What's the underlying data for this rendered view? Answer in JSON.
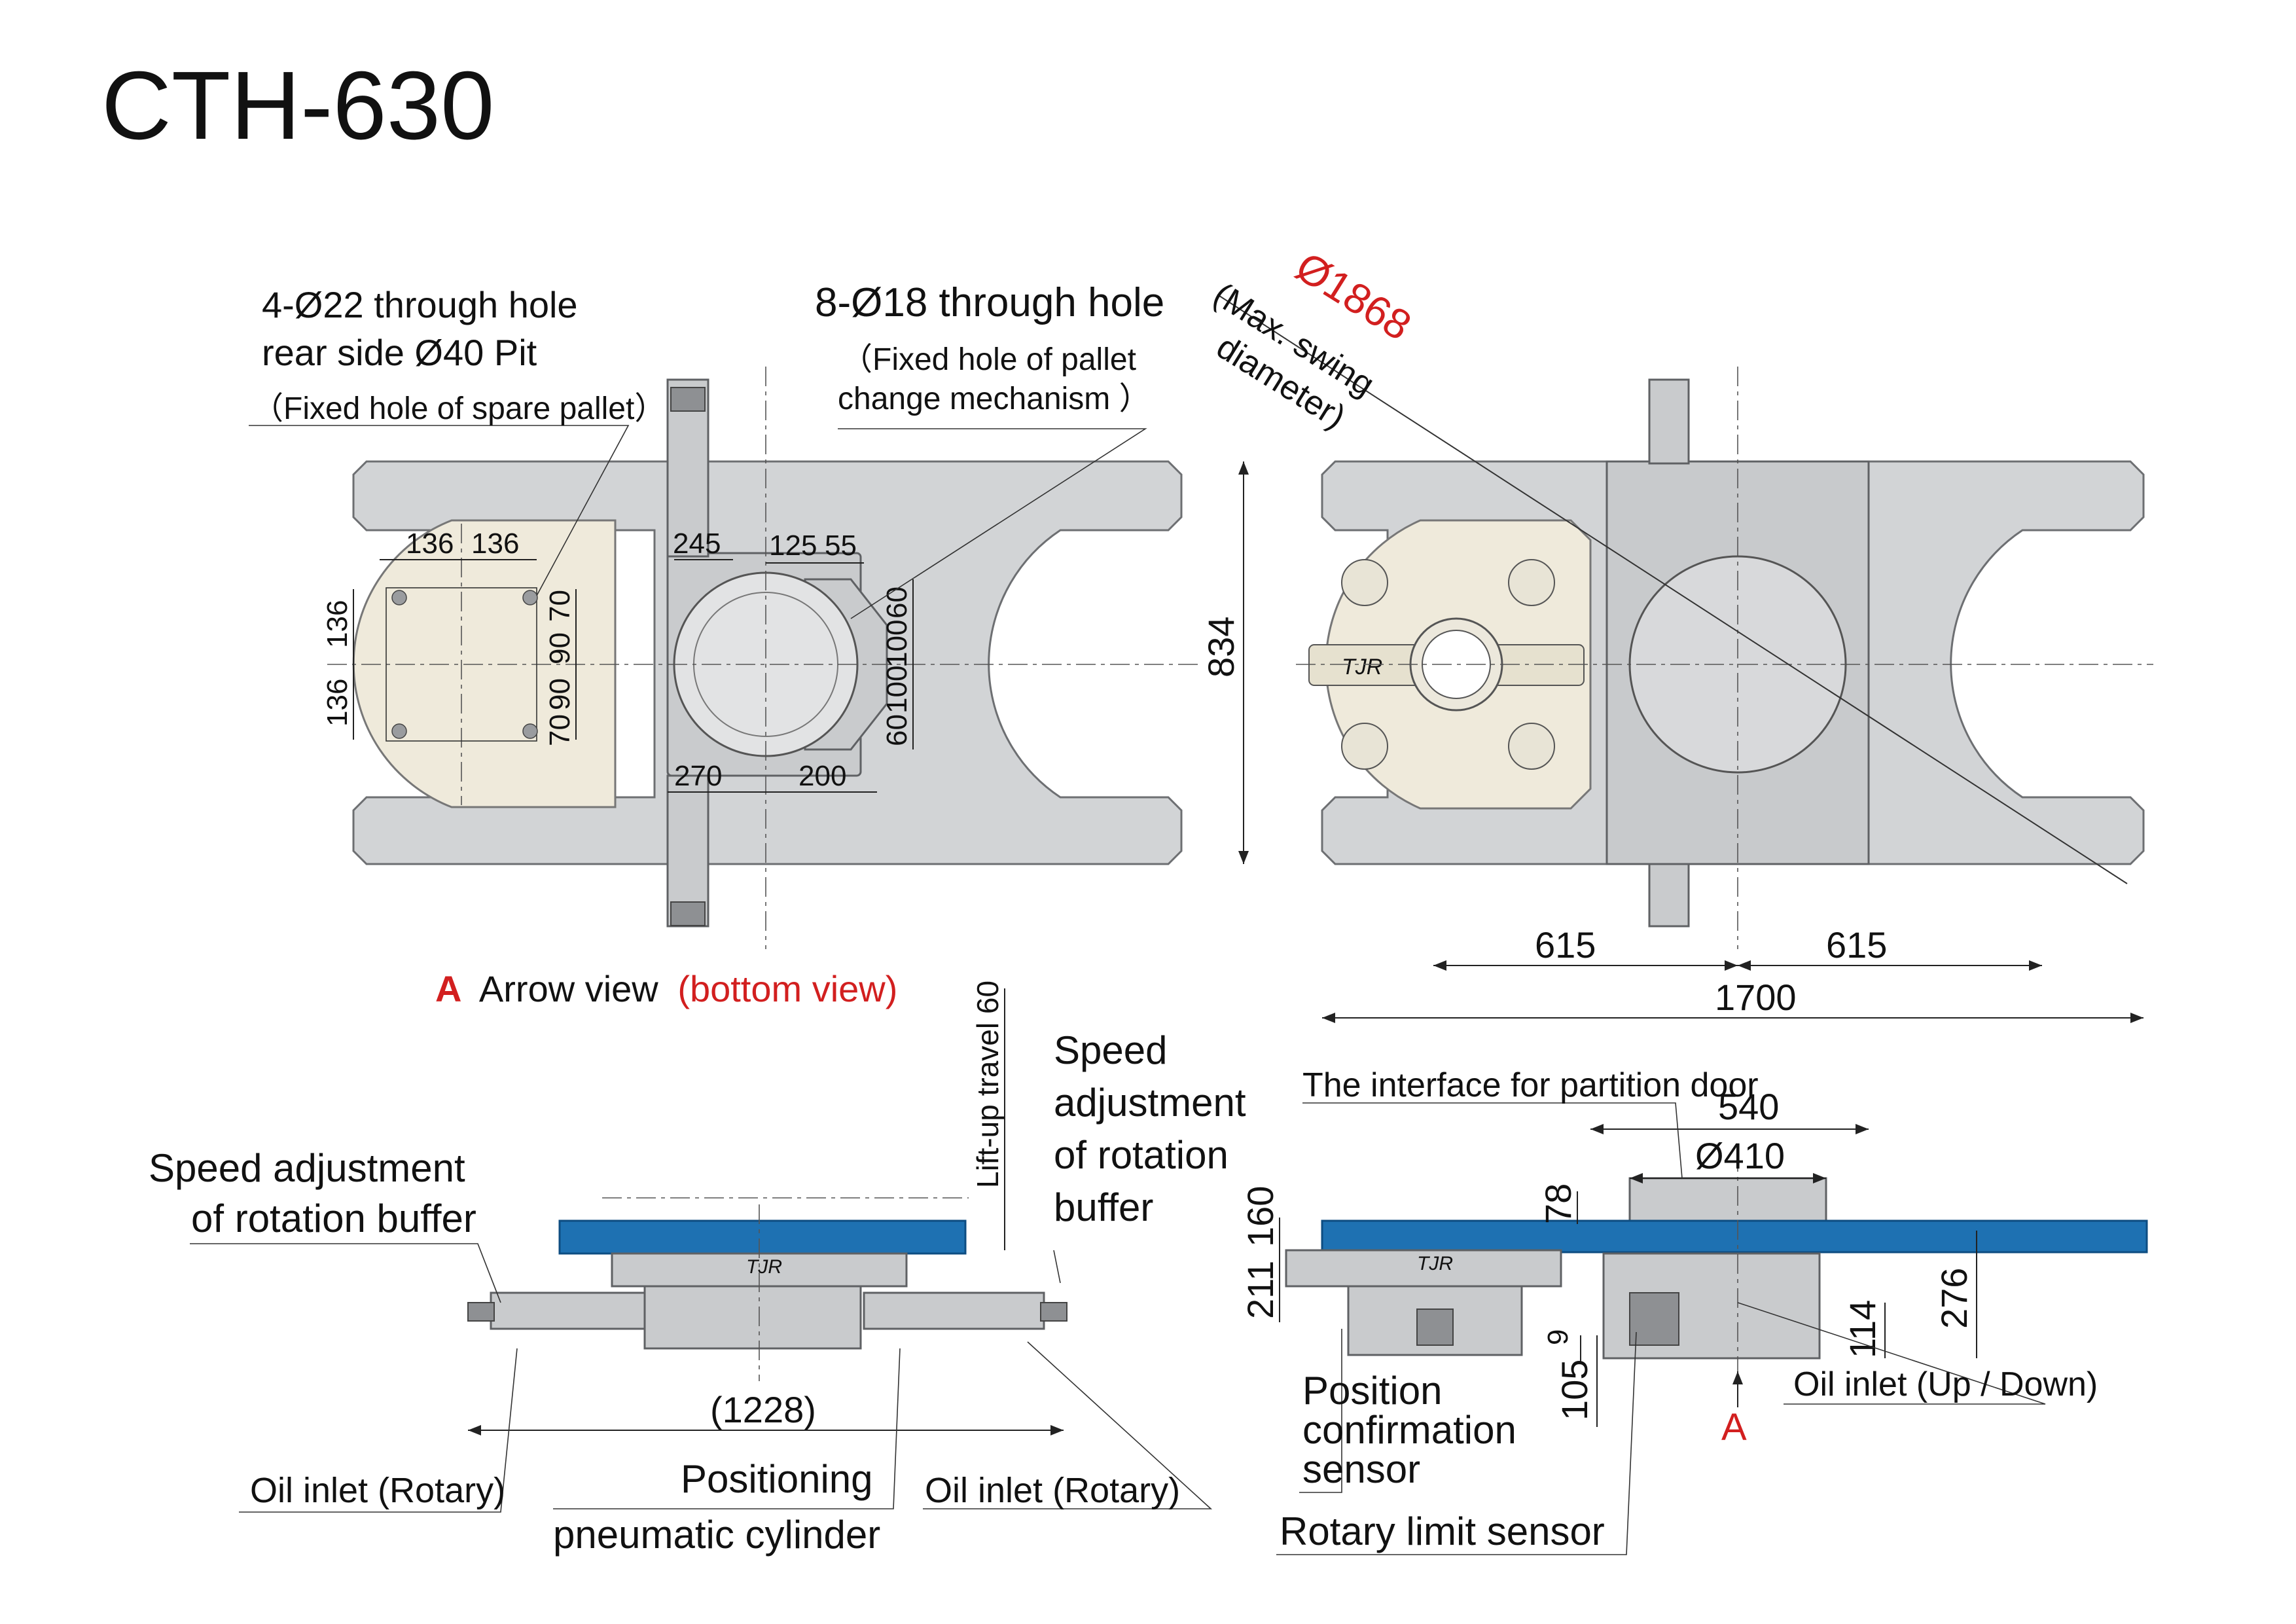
{
  "title": "CTH-630",
  "bottom_view": {
    "callout_holes22": [
      "4-Ø22 through hole",
      "rear side Ø40 Pit",
      "（Fixed hole of spare pallet）"
    ],
    "callout_holes18": [
      "8-Ø18 through hole",
      "（Fixed hole of pallet",
      "change mechanism ）"
    ],
    "dims": {
      "d136a": "136",
      "d136b": "136",
      "d136c": "136",
      "d136d": "136",
      "d70a": "70",
      "d90a": "90",
      "d90b": "90",
      "d70b": "70",
      "d245": "245",
      "d125": "125",
      "d55": "55",
      "d60a": "60",
      "d100a": "100",
      "d100b": "100",
      "d60b": "60",
      "d270": "270",
      "d200": "200"
    },
    "caption_letter": "A",
    "caption_text": "Arrow view",
    "caption_red": "(bottom view)"
  },
  "top_view": {
    "swing_diameter": "Ø1868",
    "swing_note": [
      "(Max. swing",
      "diameter)"
    ],
    "logo": "TJR",
    "dims": {
      "d834": "834",
      "d615a": "615",
      "d615b": "615",
      "d1700": "1700"
    }
  },
  "front_view": {
    "logo": "TJR",
    "lift_travel": "Lift-up travel 60",
    "speed_left": [
      "Speed adjustment",
      "of rotation buffer"
    ],
    "speed_right": [
      "Speed",
      "adjustment",
      "of rotation",
      "buffer"
    ],
    "width": "(1228)",
    "oil_left": "Oil inlet (Rotary)",
    "oil_right": "Oil inlet (Rotary)",
    "positioning": [
      "Positioning",
      "pneumatic cylinder"
    ]
  },
  "side_view": {
    "logo": "TJR",
    "partition_door": "The interface for partition door",
    "dims": {
      "d540": "540",
      "d410": "Ø410",
      "d78": "78",
      "d160": "160",
      "d211": "211",
      "d9": "9",
      "d105": "105",
      "d114": "114",
      "d276": "276"
    },
    "position_sensor": [
      "Position",
      "confirmation",
      "sensor"
    ],
    "oil_updown": "Oil inlet (Up / Down)",
    "arrow_a": "A",
    "rotary_limit": "Rotary limit sensor"
  }
}
